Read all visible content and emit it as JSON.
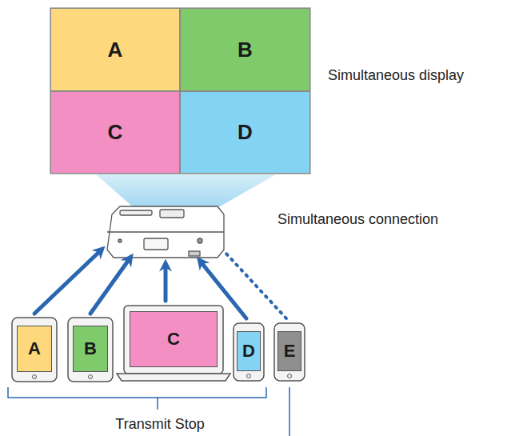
{
  "diagram": {
    "nodes": [
      {
        "text": [
          "A"
        ]
      },
      {
        "text": [
          "B"
        ]
      },
      {
        "text": [
          "C"
        ]
      },
      {
        "text": [
          "D"
        ]
      },
      {
        "text": [
          "A"
        ]
      },
      {
        "text": [
          "B"
        ]
      },
      {
        "text": [
          "C"
        ]
      },
      {
        "text": [
          "D"
        ]
      },
      {
        "text": [
          "E"
        ]
      }
    ],
    "labels": [
      "Simultaneous display",
      "Simultaneous connection",
      "Transmit Stop"
    ]
  }
}
